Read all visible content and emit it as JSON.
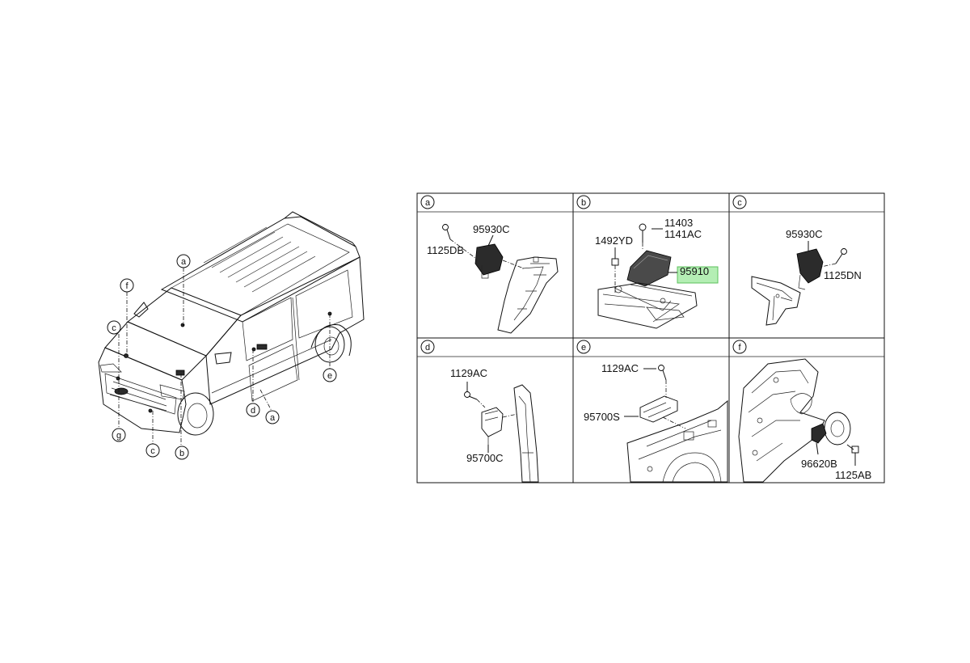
{
  "callouts": {
    "a": "a",
    "b": "b",
    "c": "c",
    "d": "d",
    "e": "e",
    "f": "f",
    "g": "g"
  },
  "panels": {
    "a": {
      "letter": "a",
      "parts": [
        "95930C",
        "1125DB"
      ]
    },
    "b": {
      "letter": "b",
      "parts": [
        "11403",
        "1141AC",
        "1492YD",
        "95910"
      ]
    },
    "c": {
      "letter": "c",
      "parts": [
        "95930C",
        "1125DN"
      ]
    },
    "d": {
      "letter": "d",
      "parts": [
        "1129AC",
        "95700C"
      ]
    },
    "e": {
      "letter": "e",
      "parts": [
        "1129AC",
        "95700S"
      ]
    },
    "f": {
      "letter": "f",
      "parts": [
        "96620B",
        "1125AB"
      ]
    }
  },
  "colors": {
    "highlight": "#9be89b",
    "line": "#111111"
  }
}
